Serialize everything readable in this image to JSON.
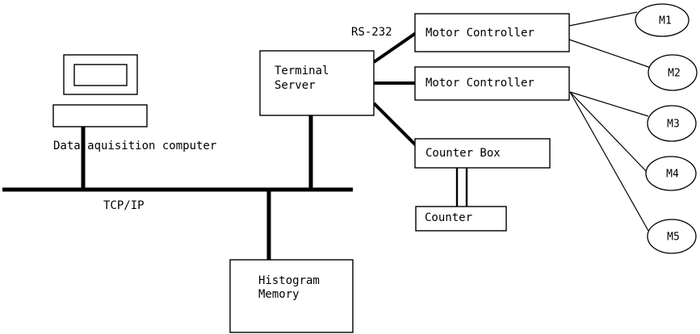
{
  "diagram": {
    "title": "Data acquisition and motor control system block diagram",
    "colors": {
      "stroke": "#000000",
      "fill": "#ffffff",
      "background": "#ffffff"
    },
    "nodes": {
      "data_acquisition_computer": {
        "label": "Data aquisition computer",
        "kind": "computer"
      },
      "terminal_server": {
        "label_line1": "Terminal",
        "label_line2": "Server",
        "kind": "box"
      },
      "motor_controller_1": {
        "label": "Motor Controller",
        "kind": "box"
      },
      "motor_controller_2": {
        "label": "Motor Controller",
        "kind": "box"
      },
      "counter_box": {
        "label": "Counter Box",
        "kind": "box"
      },
      "counter": {
        "label": "Counter",
        "kind": "box"
      },
      "histogram_memory": {
        "label_line1": "Histogram",
        "label_line2": "Memory",
        "kind": "box"
      }
    },
    "motors": [
      {
        "id": "m1",
        "label": "M1"
      },
      {
        "id": "m2",
        "label": "M2"
      },
      {
        "id": "m3",
        "label": "M3"
      },
      {
        "id": "m4",
        "label": "M4"
      },
      {
        "id": "m5",
        "label": "M5"
      }
    ],
    "edge_labels": {
      "serial": "RS-232",
      "network": "TCP/IP"
    }
  }
}
